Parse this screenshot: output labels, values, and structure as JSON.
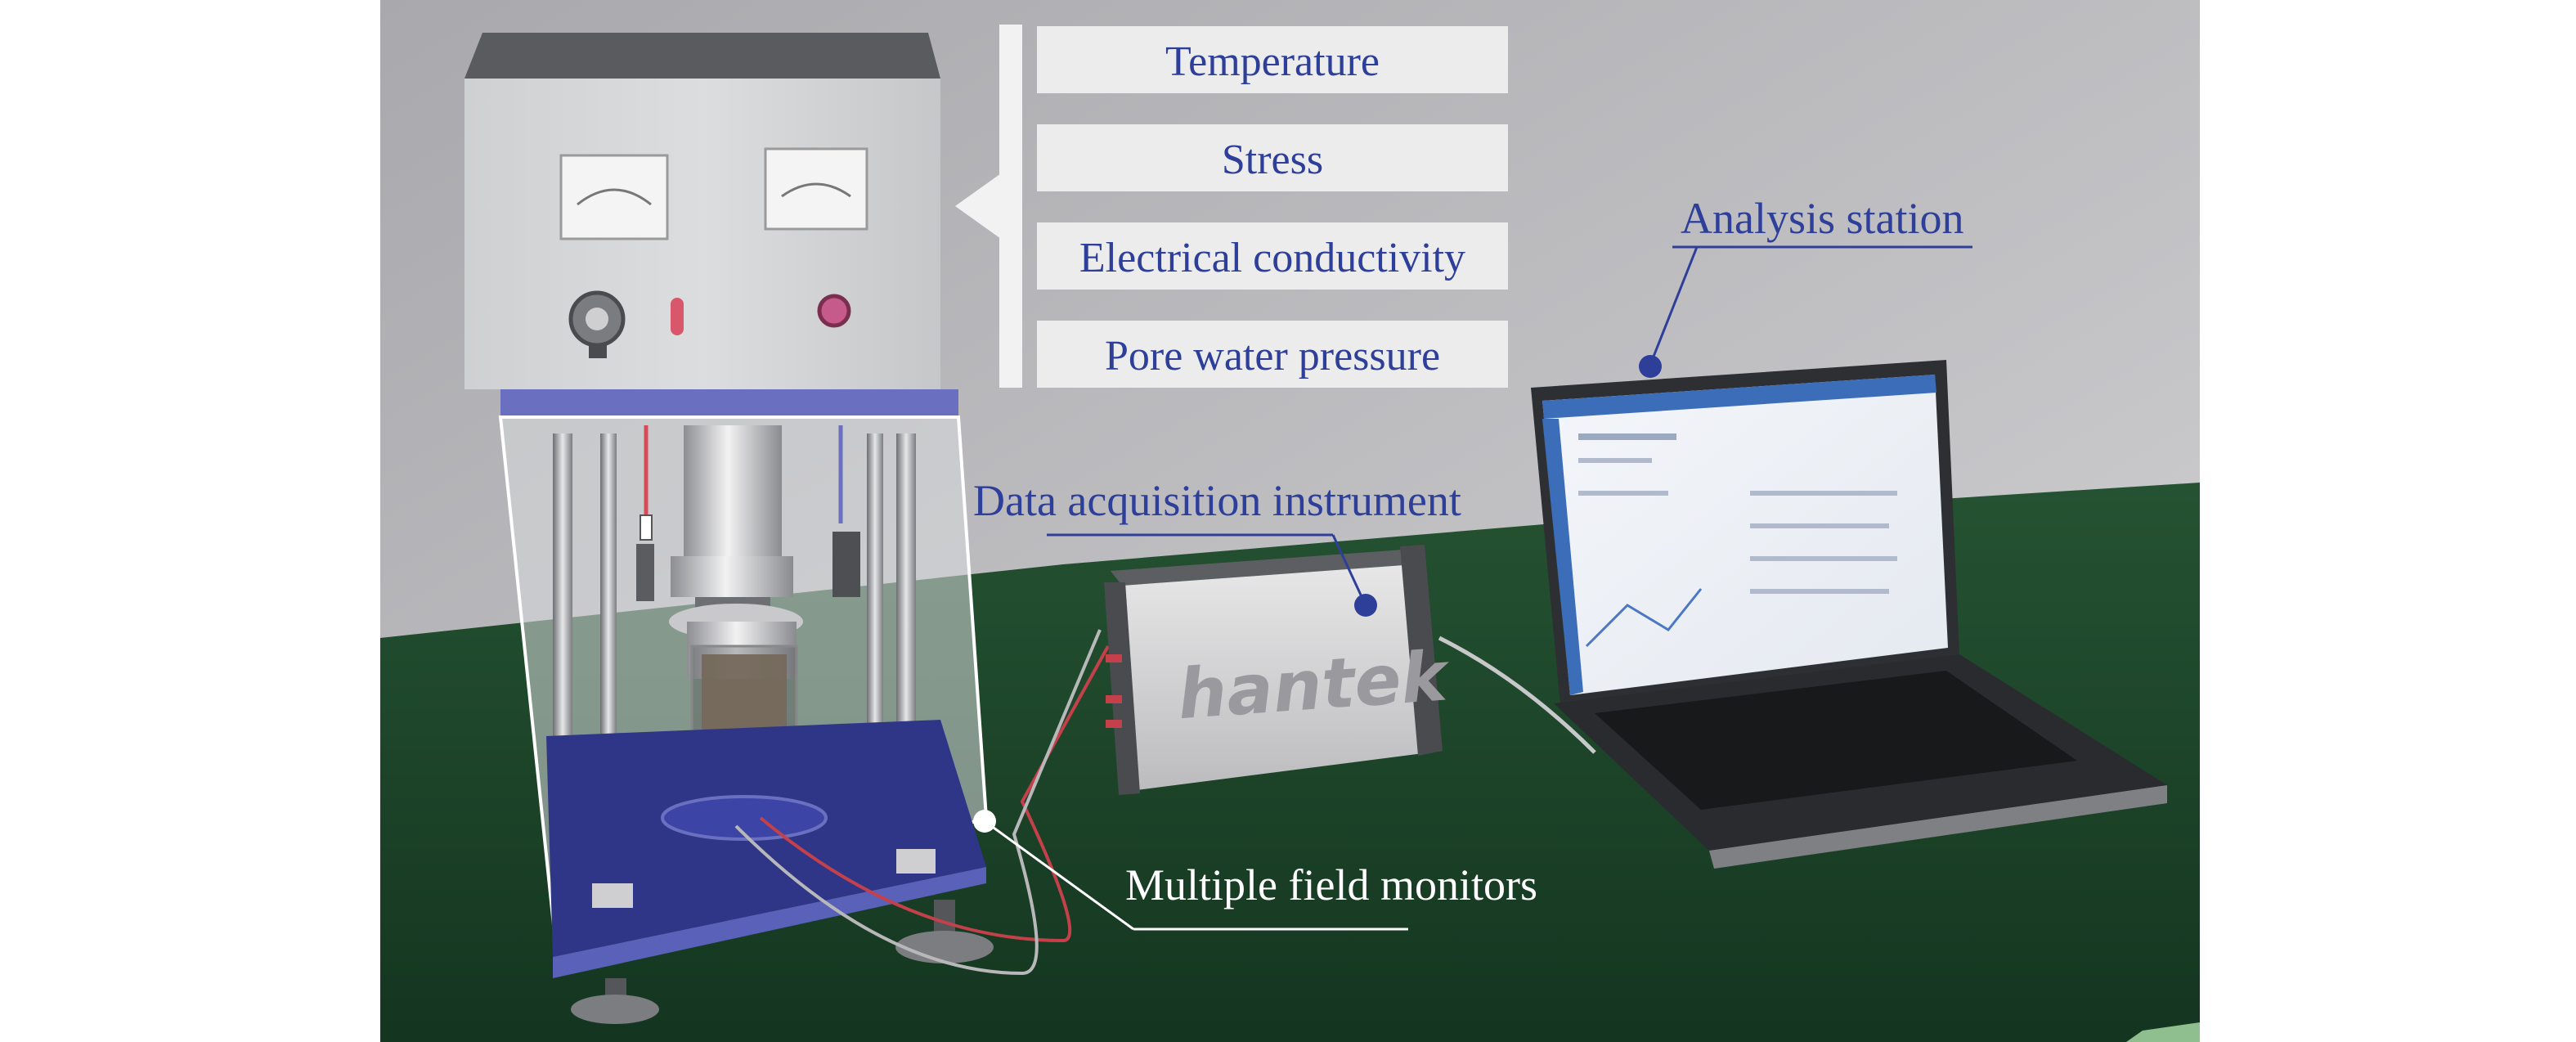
{
  "parameters": {
    "items": [
      {
        "label": "Temperature"
      },
      {
        "label": "Stress"
      },
      {
        "label": "Electrical conductivity"
      },
      {
        "label": "Pore water pressure"
      }
    ]
  },
  "callouts": {
    "analysis_station": "Analysis station",
    "data_acquisition": "Data acquisition instrument",
    "field_monitors": "Multiple field monitors"
  },
  "device": {
    "brand": "hantek"
  },
  "colors": {
    "label_blue": "#2e3f9a",
    "wall": "#b4b4b8",
    "table": "#1f4a2a",
    "frame_purple": "#6a6fc0"
  }
}
